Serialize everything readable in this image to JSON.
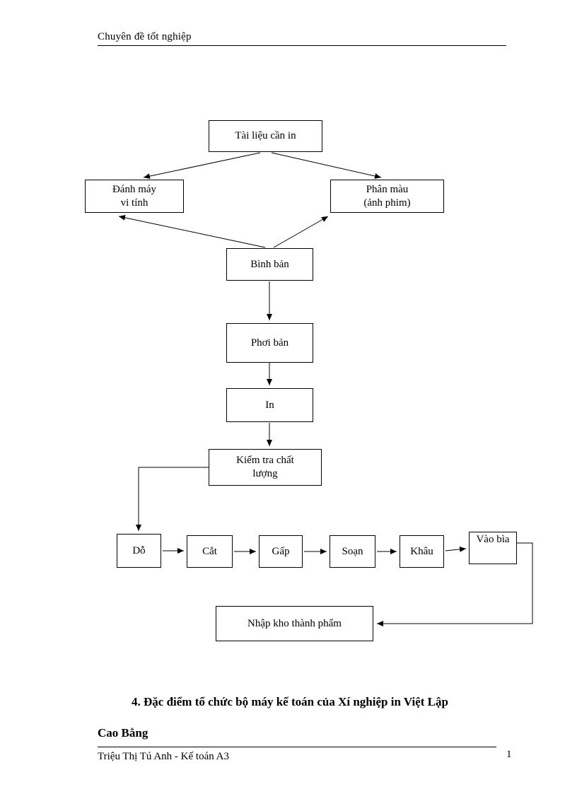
{
  "header": {
    "title": "Chuyên  đề tốt nghiệp"
  },
  "flowchart": {
    "nodes": {
      "tai_lieu": "Tài liệu  cần in",
      "danh_may": "Đánh máy\nvi tính",
      "phan_mau": "Phân màu\n(ảnh phim)",
      "binh_ban": "Bình bản",
      "phoi_ban": "Phơi bản",
      "in": "In",
      "kiem_tra": "Kiểm tra chất\nlượng",
      "do": "Dỗ",
      "cat": "Cắt",
      "gap": "Gấp",
      "soan": "Soạn",
      "khau": "Khâu",
      "vao_bia": "Vào bìa",
      "nhap_kho": "Nhập kho thành phẩm"
    },
    "line_color": "#000000"
  },
  "body": {
    "heading_line1": "4. Đặc điểm tổ chức bộ máy kế toán của Xí nghiệp in Việt Lập",
    "heading_line2": "Cao Bằng"
  },
  "footer": {
    "author": "Triệu  Thị  Tú  Anh  - Kế toán A3",
    "page_number": "1"
  }
}
